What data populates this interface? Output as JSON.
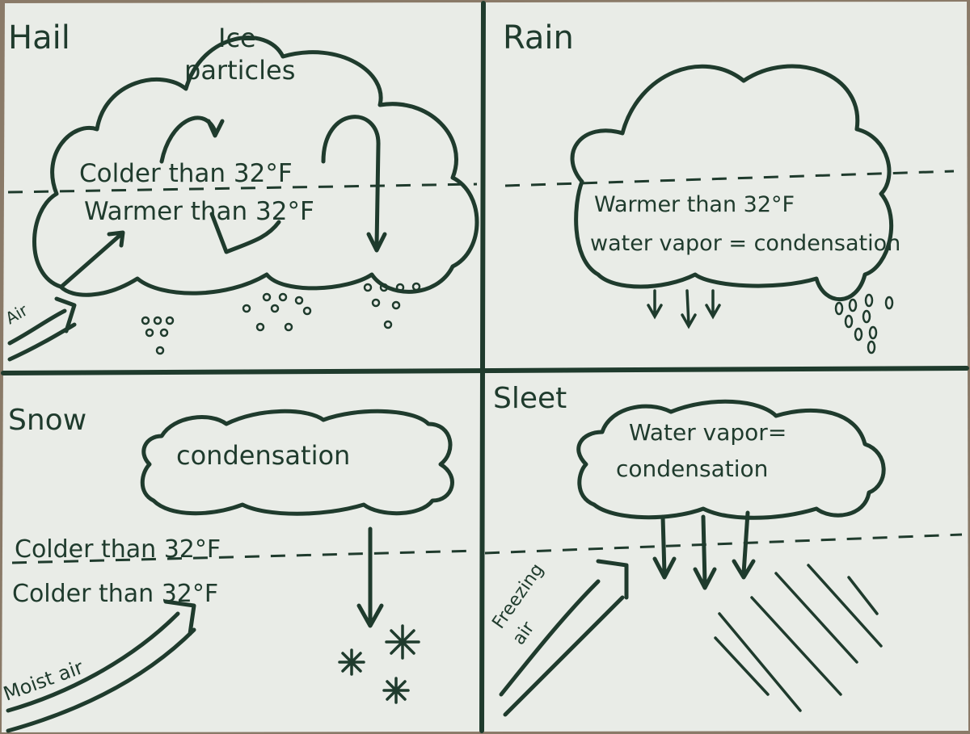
{
  "colors": {
    "ink": "#1f3b2d",
    "paper": "#e9ece7"
  },
  "hail": {
    "title": "Hail",
    "cloud_line1": "Ice",
    "cloud_line2": "particles",
    "upper": "Colder than 32°F",
    "lower": "Warmer than 32°F",
    "air": "Air"
  },
  "rain": {
    "title": "Rain",
    "line1": "Warmer than 32°F",
    "line2": "water vapor = condensation"
  },
  "snow": {
    "title": "Snow",
    "cloud": "condensation",
    "upper": "Colder than 32°F",
    "lower": "Colder than 32°F",
    "air": "Moist air"
  },
  "sleet": {
    "title": "Sleet",
    "cloud_line1": "Water vapor=",
    "cloud_line2": "condensation",
    "air_line1": "Freezing",
    "air_line2": "air"
  }
}
